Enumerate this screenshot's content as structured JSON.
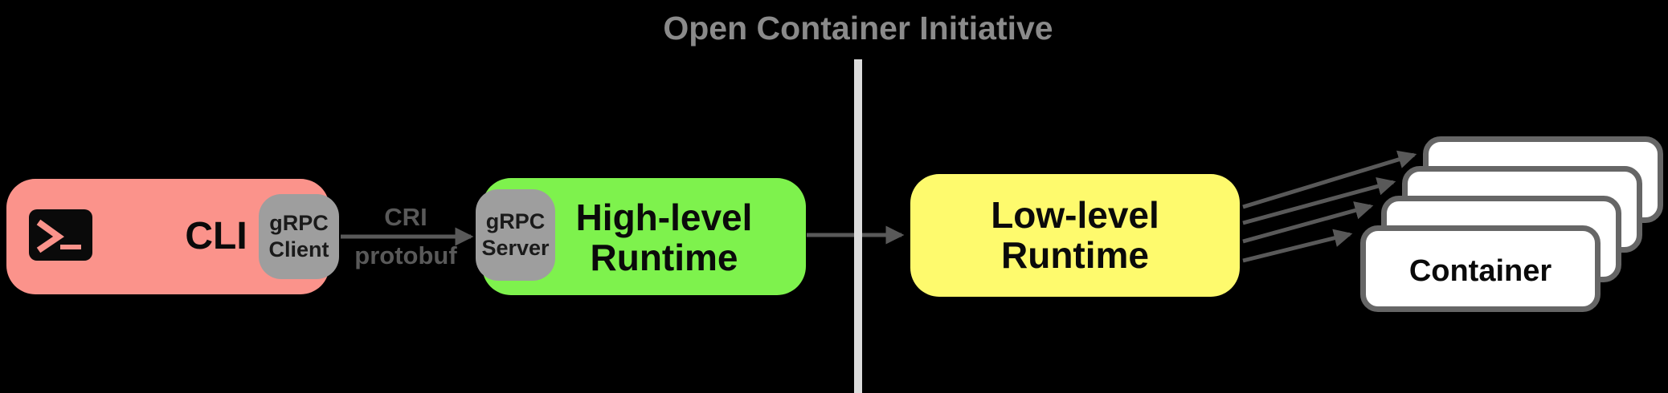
{
  "title": "Open Container Initiative",
  "nodes": {
    "cli": {
      "label": "CLI",
      "badge_line1": "gRPC",
      "badge_line2": "Client"
    },
    "high_level": {
      "badge_line1": "gRPC",
      "badge_line2": "Server",
      "label_line1": "High-level",
      "label_line2": "Runtime"
    },
    "low_level": {
      "label_line1": "Low-level",
      "label_line2": "Runtime"
    },
    "container": {
      "label": "Container",
      "stack_count": 4
    }
  },
  "edges": {
    "cri": {
      "label_line1": "CRI",
      "label_line2": "protobuf"
    }
  },
  "icons": {
    "terminal": "terminal-prompt-icon"
  },
  "colors": {
    "background": "#000000",
    "cli_box": "#FB938B",
    "high_level_box": "#7EF24D",
    "low_level_box": "#FEFA6D",
    "badge": "#9E9E9E",
    "title_text": "#8A8A8A",
    "divider": "#DCDCDC",
    "arrow": "#595959",
    "container_border": "#666666",
    "container_fill": "#FFFFFF",
    "label_text": "#0A0A0A"
  }
}
